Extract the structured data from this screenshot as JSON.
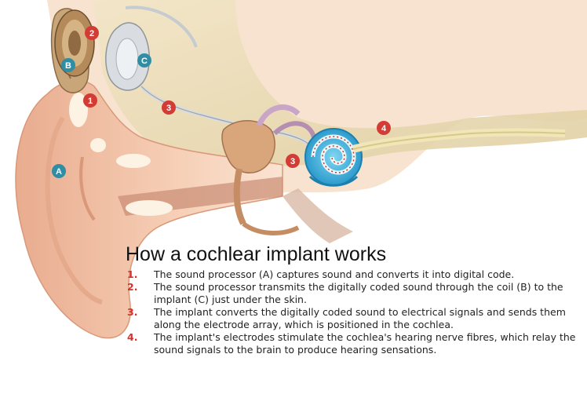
{
  "caption": {
    "title": "How a cochlear implant works",
    "steps": [
      {
        "number": "1.",
        "text": "The sound processor (A) captures sound and converts it into digital code."
      },
      {
        "number": "2.",
        "text": "The sound processor transmits the digitally coded sound through the coil (B) to the implant (C) just under the skin."
      },
      {
        "number": "3.",
        "text": "The implant converts the digitally coded sound to electrical signals and sends them along the electrode array, which is positioned in the cochlea."
      },
      {
        "number": "4.",
        "text": "The implant's electrodes stimulate the cochlea's hearing nerve fibres, which relay the sound signals to the brain to produce hearing sensations."
      }
    ]
  },
  "markers": {
    "red": [
      "1",
      "2",
      "3",
      "3",
      "4"
    ],
    "teal": [
      "A",
      "B",
      "C"
    ]
  },
  "colors": {
    "step_number": "#d9302c",
    "red_marker": "#d33b35",
    "teal_marker": "#2f8ea3",
    "skin": "#f3c7a8",
    "cochlea": "#2aa9d9"
  }
}
